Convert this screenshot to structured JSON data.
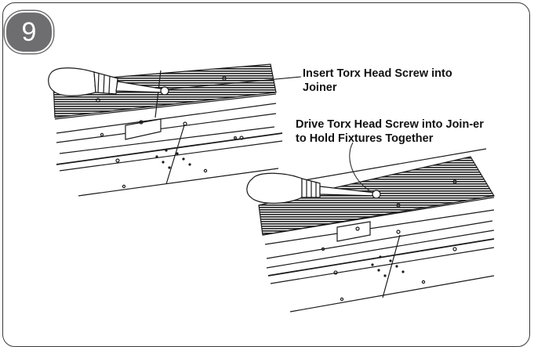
{
  "step": {
    "number": "9"
  },
  "callouts": [
    {
      "text": "Insert Torx Head Screw into Joiner"
    },
    {
      "text": "Drive Torx Head Screw into Join-er to Hold Fixtures Together"
    }
  ],
  "colors": {
    "badge": "#6e6e70",
    "line": "#1a1a1a",
    "groove": "#2a2a2a"
  }
}
